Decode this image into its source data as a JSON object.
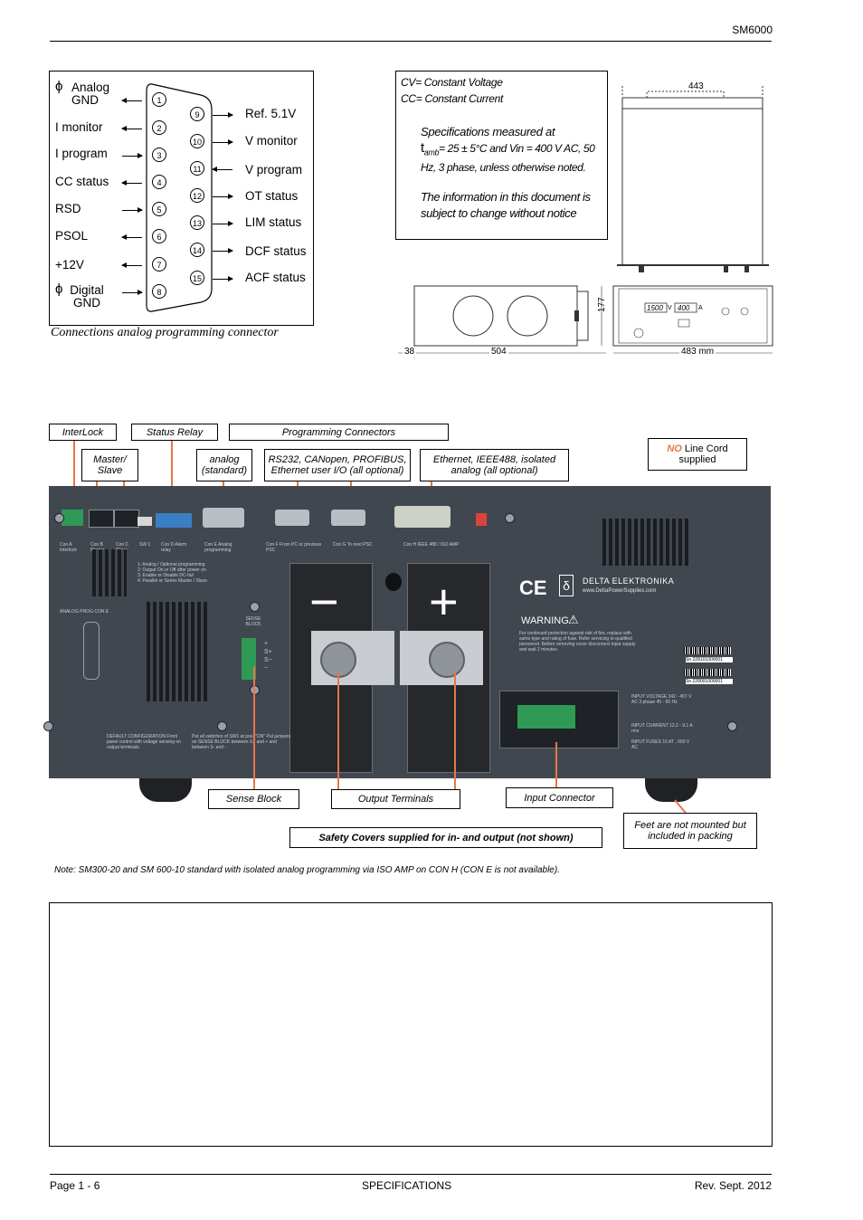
{
  "header": {
    "model": "SM6000"
  },
  "connector": {
    "caption": "Connections analog programming connector",
    "left_pins": [
      {
        "num": "1",
        "label": "Analog GND"
      },
      {
        "num": "2",
        "label": "I monitor"
      },
      {
        "num": "3",
        "label": "I program"
      },
      {
        "num": "4",
        "label": "CC status"
      },
      {
        "num": "5",
        "label": "RSD"
      },
      {
        "num": "6",
        "label": "PSOL"
      },
      {
        "num": "7",
        "label": "+12V"
      },
      {
        "num": "8",
        "label": "Digital GND"
      }
    ],
    "right_pins": [
      {
        "num": "9",
        "label": "Ref. 5.1V"
      },
      {
        "num": "10",
        "label": "V monitor"
      },
      {
        "num": "11",
        "label": "V program"
      },
      {
        "num": "12",
        "label": "OT status"
      },
      {
        "num": "13",
        "label": "LIM status"
      },
      {
        "num": "14",
        "label": "DCF status"
      },
      {
        "num": "15",
        "label": "ACF status"
      }
    ],
    "ground_symbol": "ϕ"
  },
  "specs": {
    "cv": "CV= Constant Voltage",
    "cc": "CC= Constant Current",
    "measured": "Specifications measured at",
    "t_amb": "t",
    "amb_sub": "amb",
    "condition": "= 25 ± 5°C and Vin = 400 V AC, 50 Hz, 3 phase, unless otherwise noted.",
    "notice": "The information in this document is subject to change without notice"
  },
  "dims": {
    "top_width": "443",
    "height": "177",
    "front_width": "483 mm",
    "depth": "504",
    "rear": "38",
    "display_v": "1500",
    "display_a": "400",
    "unit_v": "V",
    "unit_a": "A"
  },
  "callouts": {
    "interlock": "InterLock",
    "status_relay": "Status Relay",
    "programming": "Programming Connectors",
    "master_slave": "Master/ Slave",
    "analog": "analog (standard)",
    "rs232": "RS232, CANopen, PROFIBUS, Ethernet user I/O (all optional)",
    "ethernet": "Ethernet, IEEE488, isolated analog (all optional)",
    "no_line_cord": "NO",
    "line_cord": " Line Cord supplied",
    "sense_block": "Sense Block",
    "output_terminals": "Output Terminals",
    "input_connector": "Input Connector",
    "feet": "Feet  are not mounted but  included in packing",
    "safety": "Safety Covers supplied for in- and output (not shown)"
  },
  "panel": {
    "con_labels": [
      "Con A Interlock",
      "Con B Master",
      "Con C Slave",
      "SW 1",
      "Con D Alarm relay",
      "Con E Analog programming",
      "Con F From PC or previous PSC",
      "Con G To next PSC",
      "Con H IEEE 488 / ISO AMP"
    ],
    "sw_list": [
      "1: Analog / Optional programming",
      "2: Output On or Off  after power on",
      "3: Enable or Disable  DC-fail",
      "4: Parallel or Series  Master / Slave"
    ],
    "analog_prog": "ANALOG PROG CON E",
    "sense": "SENSE BLOCK",
    "sense_pins": [
      "+",
      "S+",
      "S−",
      "−"
    ],
    "brand": "DELTA  ELEKTRONIKA",
    "web": "www.DeltaPowerSupplies.com",
    "ce": "CE",
    "warning": "WARNING",
    "warning_text": "For continued protection against risk of fire, replace with same type and rating of fuse. Refer servicing to qualified personnel. Before removing cover disconnect input supply and wait 2 minutes.",
    "serial1": "Sn 228101000001",
    "serial2": "Sn 228001000001",
    "input_voltage": "INPUT VOLTAGE 342 - 457 V AC 3 phase 45 - 65 Hz",
    "input_current": "INPUT CURRENT 12.2 - 9.1 A rms",
    "input_fuses": "INPUT FUSES 16 AT , 600 V AC",
    "default_cfg": "DEFAULT CONFIGURATION Front panel control with voltage sensing on output terminals.",
    "put_all": "Put all switches of SW1 at pos. \"ON\" Put jumpers on SENSE BLOCK between S+ and + and between S- and -",
    "minus": "−",
    "plus": "+"
  },
  "note": "Note: SM300-20 and SM 600-10 standard with isolated analog programming via ISO AMP on CON H (CON E is not available).",
  "footer": {
    "left": "Page 1 - 6",
    "center": "SPECIFICATIONS",
    "right": "Rev. Sept. 2012"
  }
}
